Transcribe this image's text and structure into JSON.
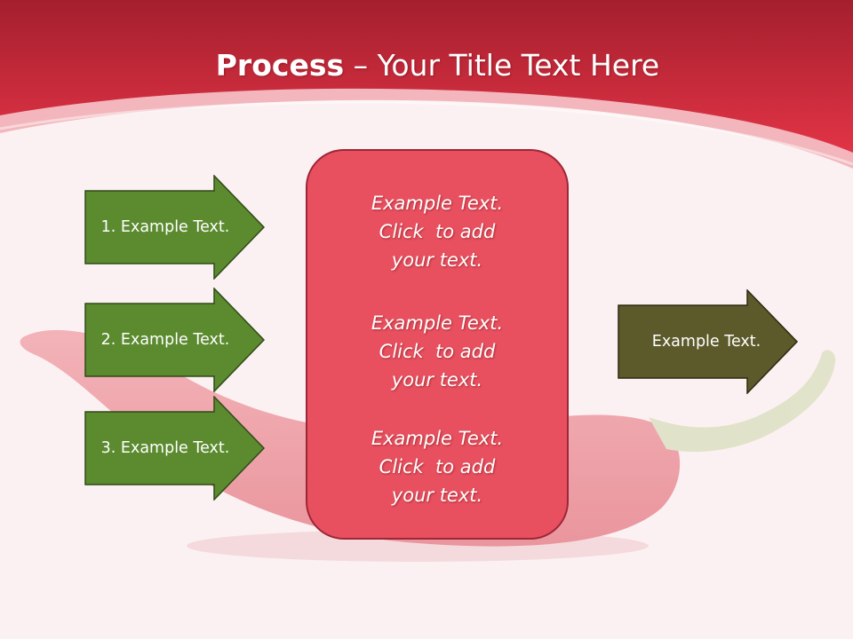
{
  "title": {
    "bold": "Process",
    "separator": " – ",
    "rest": "Your Title Text Here"
  },
  "left_arrows": [
    {
      "label": "1. Example Text."
    },
    {
      "label": "2. Example Text."
    },
    {
      "label": "3. Example Text."
    }
  ],
  "center_box": {
    "paragraphs": [
      {
        "lines": [
          "Example Text.",
          "Click  to add",
          "your text."
        ]
      },
      {
        "lines": [
          "Example Text.",
          "Click  to add",
          "your text."
        ]
      },
      {
        "lines": [
          "Example Text.",
          "Click  to add",
          "your text."
        ]
      }
    ]
  },
  "right_arrow": {
    "label": "Example Text."
  },
  "colors": {
    "header_red": "#e23446",
    "arrow_green": "#5b8a2f",
    "arrow_olive": "#5c5a2a",
    "box_fill": "#e8505f",
    "box_border": "#9c2736"
  }
}
